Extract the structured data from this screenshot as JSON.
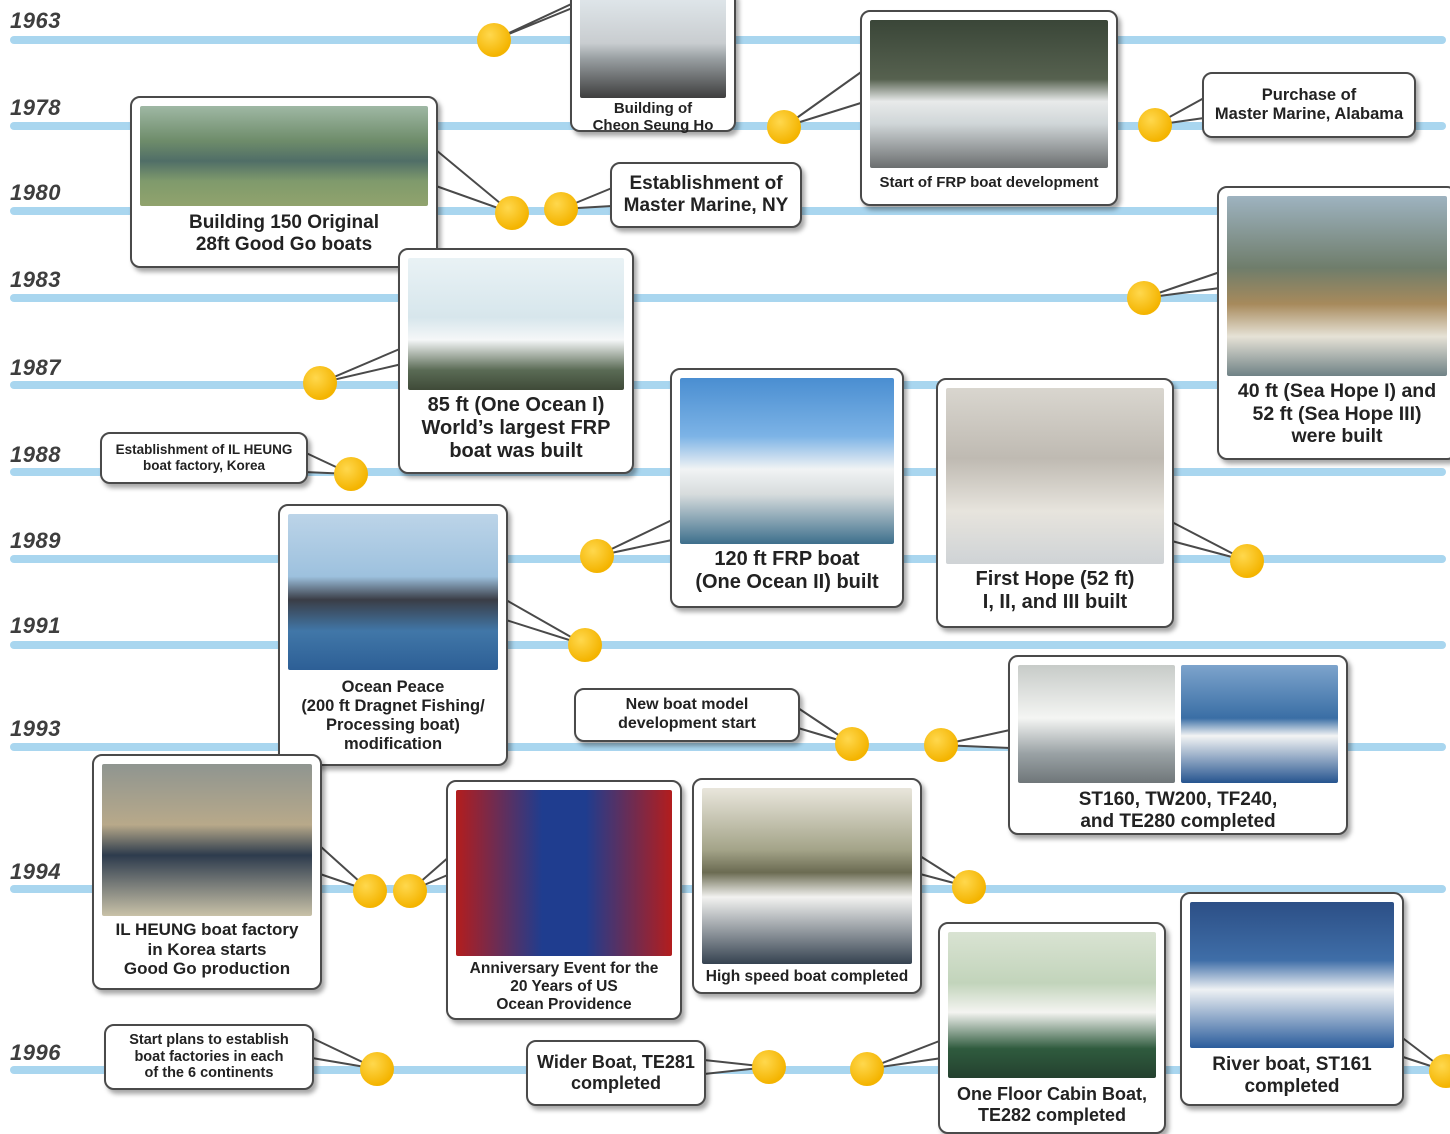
{
  "years": [
    "1963",
    "1978",
    "1980",
    "1983",
    "1987",
    "1988",
    "1989",
    "1991",
    "1993",
    "1994",
    "1996"
  ],
  "events": [
    {
      "id": "cheon-seung-ho",
      "year": "1963",
      "caption": "Building of\nCheon Seung Ho"
    },
    {
      "id": "frp-start",
      "year": "1978",
      "caption": "Start of FRP boat development"
    },
    {
      "id": "master-marine-alabama",
      "year": "1978",
      "caption": "Purchase of\nMaster Marine, Alabama"
    },
    {
      "id": "good-go-boats",
      "year": "1980",
      "caption": "Building 150 Original\n28ft Good Go boats"
    },
    {
      "id": "master-marine-ny",
      "year": "1980",
      "caption": "Establishment of\nMaster Marine, NY"
    },
    {
      "id": "sea-hope",
      "year": "1983",
      "caption": "40 ft (Sea Hope I) and\n52 ft (Sea Hope III)\nwere built"
    },
    {
      "id": "one-ocean-1",
      "year": "1987",
      "caption": "85 ft (One Ocean I)\nWorld’s largest FRP\nboat was built"
    },
    {
      "id": "il-heung-korea",
      "year": "1988",
      "caption": "Establishment of IL HEUNG\nboat factory, Korea"
    },
    {
      "id": "one-ocean-2",
      "year": "1989",
      "caption": "120 ft FRP boat\n(One Ocean II) built"
    },
    {
      "id": "first-hope",
      "year": "1989",
      "caption": "First Hope (52 ft)\nI, II, and III built"
    },
    {
      "id": "ocean-peace",
      "year": "1991",
      "caption": "Ocean Peace\n(200 ft Dragnet Fishing/\nProcessing boat)\nmodification"
    },
    {
      "id": "new-model",
      "year": "1993",
      "caption": "New boat model\ndevelopment start"
    },
    {
      "id": "st160",
      "year": "1993",
      "caption": "ST160, TW200, TF240,\nand TE280 completed"
    },
    {
      "id": "il-heung-production",
      "year": "1994",
      "caption": "IL HEUNG boat factory\nin Korea starts\nGood Go production"
    },
    {
      "id": "anniversary",
      "year": "1994",
      "caption": "Anniversary Event for the\n20 Years of US\nOcean Providence"
    },
    {
      "id": "high-speed",
      "year": "1994",
      "caption": "High speed boat completed"
    },
    {
      "id": "six-continents",
      "year": "1996",
      "caption": "Start plans to establish\nboat factories in each\nof the 6 continents"
    },
    {
      "id": "te281",
      "year": "1996",
      "caption": "Wider Boat, TE281\ncompleted"
    },
    {
      "id": "te282",
      "year": "1996",
      "caption": "One Floor Cabin Boat,\nTE282 completed"
    },
    {
      "id": "st161",
      "year": "1996",
      "caption": "River boat, ST161\ncompleted"
    }
  ],
  "colors": {
    "timeline": "#a9d6ef",
    "dot": "#f4b400",
    "border": "#4a4a4a"
  }
}
